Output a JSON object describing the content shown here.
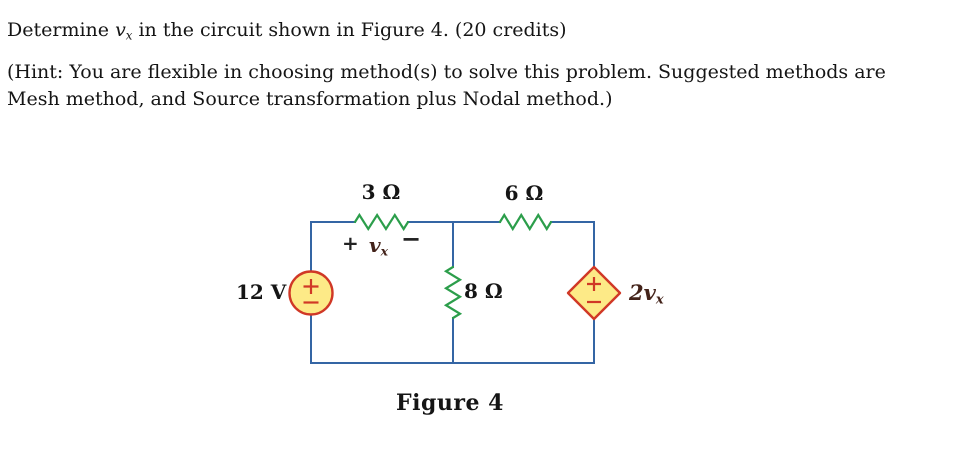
{
  "theme": {
    "page-bg": "#ffffff",
    "text": "#151515",
    "wire": "#3465a4",
    "resistor": "#2c9e4b",
    "source-fill": "#fdea87",
    "source-stroke": "#d03826",
    "vx-text": "#43231a"
  },
  "problem": {
    "statement_prefix": "Determine ",
    "statement_var": "v",
    "statement_var_sub": "x",
    "statement_suffix": " in the circuit shown in Figure 4. (20 credits)",
    "hint_line1": "(Hint: You are flexible in choosing method(s) to solve this problem. Suggested methods are",
    "hint_line2": "Mesh method, and Source transformation plus Nodal method.)"
  },
  "circuit": {
    "voltage_source_label": "12 V",
    "resistor_top_left": "3 Ω",
    "resistor_top_right": "6 Ω",
    "resistor_middle": "8 Ω",
    "vx_plus": "+",
    "vx_var": "v",
    "vx_sub": "x",
    "vx_minus": "−",
    "dependent_source_coeff": "2v",
    "dependent_source_sub": "x"
  },
  "caption": "Figure 4"
}
